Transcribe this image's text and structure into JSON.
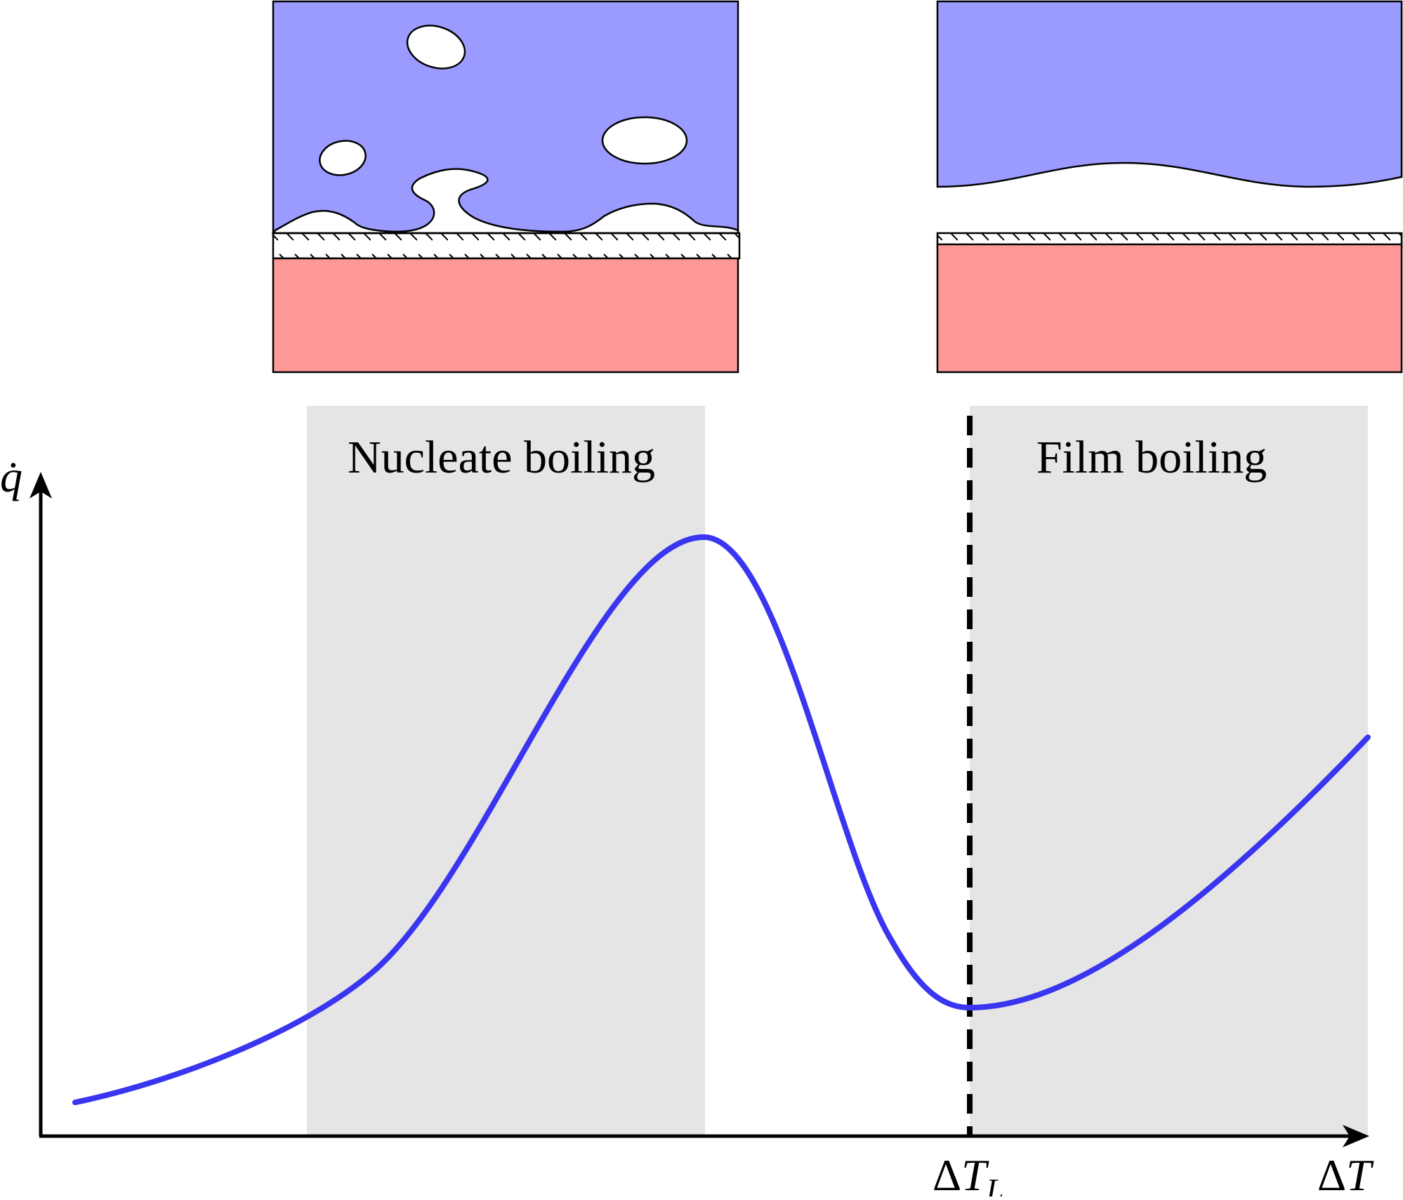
{
  "regions": {
    "nucleate": {
      "label": "Nucleate boiling"
    },
    "film": {
      "label": "Film boiling"
    }
  },
  "axes": {
    "y_label": "q̇",
    "x_label": {
      "delta": "Δ",
      "var": "T"
    },
    "x_tick": {
      "delta": "Δ",
      "var": "T",
      "sub": "L"
    }
  },
  "colors": {
    "liquid": "#9b9bff",
    "heater": "#ff9999",
    "shade": "#e5e5e5",
    "curve": "#3a35f0",
    "ink": "#000000"
  }
}
